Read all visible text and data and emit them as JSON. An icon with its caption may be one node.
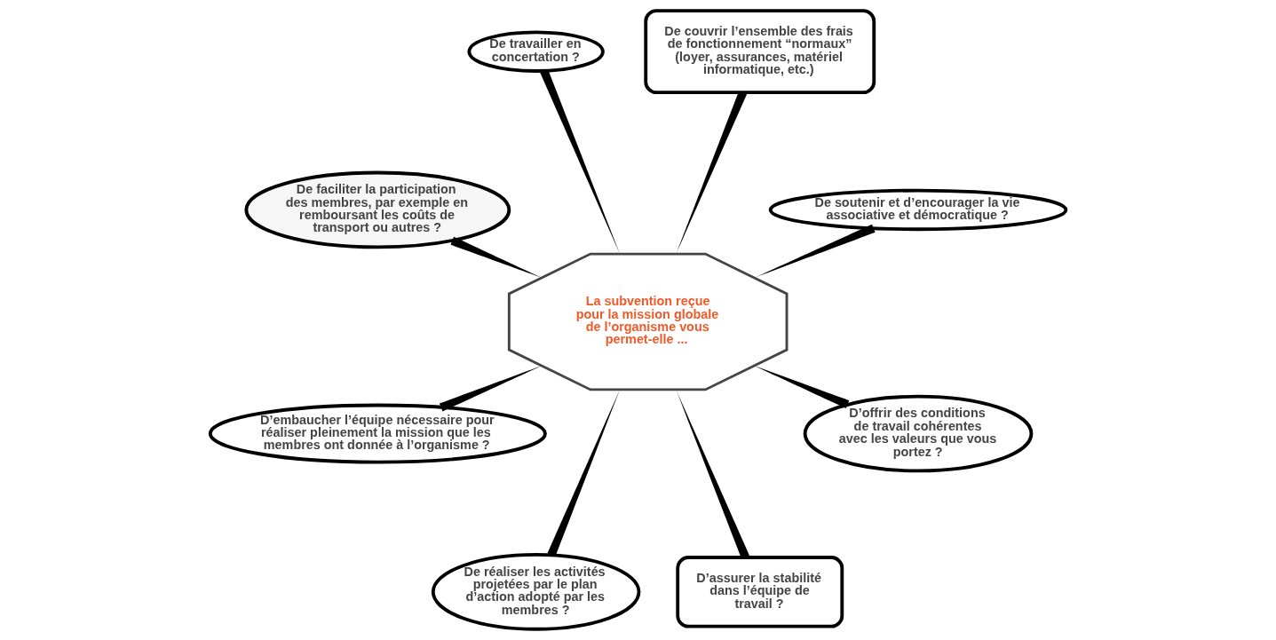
{
  "diagram": {
    "nodes": [
      {
        "text": [
          "La subvention reçue pour la mission globale de l’organisme vous permet-elle ..."
        ]
      },
      {
        "text": [
          "De faciliter la participation des membres, par exemple en remboursant les coûts de transport ou autres ?"
        ]
      },
      {
        "text": [
          "De travailler en concertation ?"
        ]
      },
      {
        "text": [
          "De couvrir l’ensemble des frais de fonctionnement “normaux” (loyer, assurances, matériel informatique, etc.)"
        ]
      },
      {
        "text": [
          "D’embaucher l’équipe nécessaire pour réaliser pleinement la mission que les membres ont donnée à l’organisme ?"
        ]
      },
      {
        "text": [
          "De soutenir et d’encourager la vie associative et démocratique ?"
        ]
      },
      {
        "text": [
          "De réaliser les activités projetées par le plan d’action adopté par les membres ?"
        ]
      },
      {
        "text": [
          "D’assurer la stabilité dans l’équipe de travail ?"
        ]
      },
      {
        "text": [
          "D’offrir des conditions de travail cohérentes avec les valeurs que vous portez ?"
        ]
      }
    ],
    "edges": [
      {
        "from": 1,
        "to": 0,
        "arrow": "none"
      },
      {
        "from": 2,
        "to": 0,
        "arrow": "none"
      },
      {
        "from": 3,
        "to": 0,
        "arrow": "none"
      },
      {
        "from": 4,
        "to": 0,
        "arrow": "none"
      },
      {
        "from": 5,
        "to": 0,
        "arrow": "none"
      },
      {
        "from": 6,
        "to": 0,
        "arrow": "none"
      },
      {
        "from": 7,
        "to": 0,
        "arrow": "none"
      },
      {
        "from": 8,
        "to": 0,
        "arrow": "none"
      }
    ]
  }
}
